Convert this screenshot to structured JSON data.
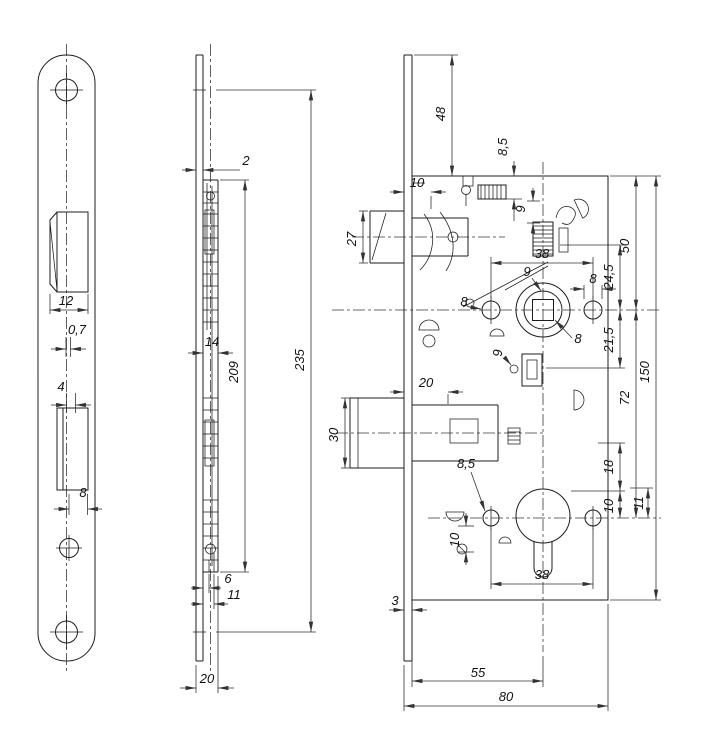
{
  "drawing": {
    "type": "technical-drawing",
    "subject": "mortise-lock",
    "colors": {
      "background": "#ffffff",
      "line": "#1c1c1c",
      "dimension": "#333333",
      "text": "#111111"
    }
  },
  "dims": {
    "d12": "12",
    "d07": "0,7",
    "d4": "4",
    "d8_left": "8",
    "d2": "2",
    "d14": "14",
    "d209": "209",
    "d235": "235",
    "d6": "6",
    "d11_side": "11",
    "d20_side": "20",
    "d48": "48",
    "d85_top": "8,5",
    "d10_top": "10",
    "d27": "27",
    "d9_spring": "9",
    "d38_top": "38",
    "d9_hub": "9",
    "d50": "50",
    "d245": "24,5",
    "d8_hole_r": "8",
    "d8_hole_l": "8",
    "d215": "21,5",
    "d8_square": "8",
    "d9_pin": "9",
    "d150": "150",
    "d72": "72",
    "d20_bolt": "20",
    "d30": "30",
    "d85_mid": "8,5",
    "d18": "18",
    "d10_right": "10",
    "d11_right": "11",
    "d10_cyl": "10",
    "d38_bottom": "38",
    "d3": "3",
    "d55": "55",
    "d80": "80"
  }
}
